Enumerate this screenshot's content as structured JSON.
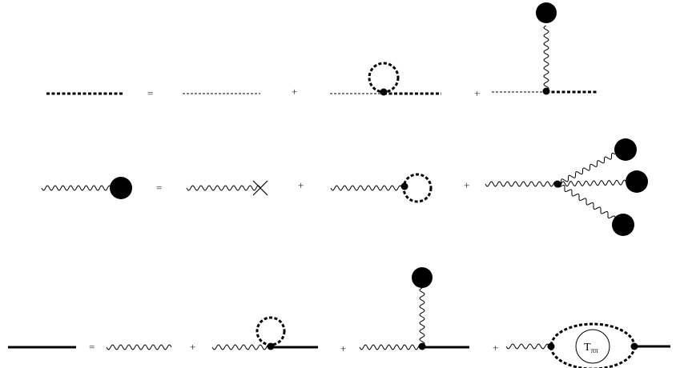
{
  "equations": [
    {
      "lhs": "dressed-scalar-propagator",
      "operators": [
        "=",
        "+",
        "+"
      ],
      "rhs": [
        "bare-scalar-propagator",
        "scalar-tadpole-loop",
        "scalar-condensate-insertion"
      ]
    },
    {
      "lhs": "dressed-vector-condensate",
      "operators": [
        "=",
        "+",
        "+"
      ],
      "rhs": [
        "vector-source-cross",
        "vector-scalar-loop",
        "vector-three-condensates"
      ]
    },
    {
      "lhs": "dressed-mixed-propagator",
      "operators": [
        "=",
        "+",
        "+",
        "+"
      ],
      "rhs": [
        "bare-vector-line",
        "vector-to-scalar-loop",
        "vector-condensate-insertion",
        "vector-t-matrix-bubble"
      ],
      "t_matrix_label": {
        "main": "T",
        "sub": "ππ"
      }
    }
  ],
  "colors": {
    "ink": "#000000",
    "background": "#ffffff"
  }
}
